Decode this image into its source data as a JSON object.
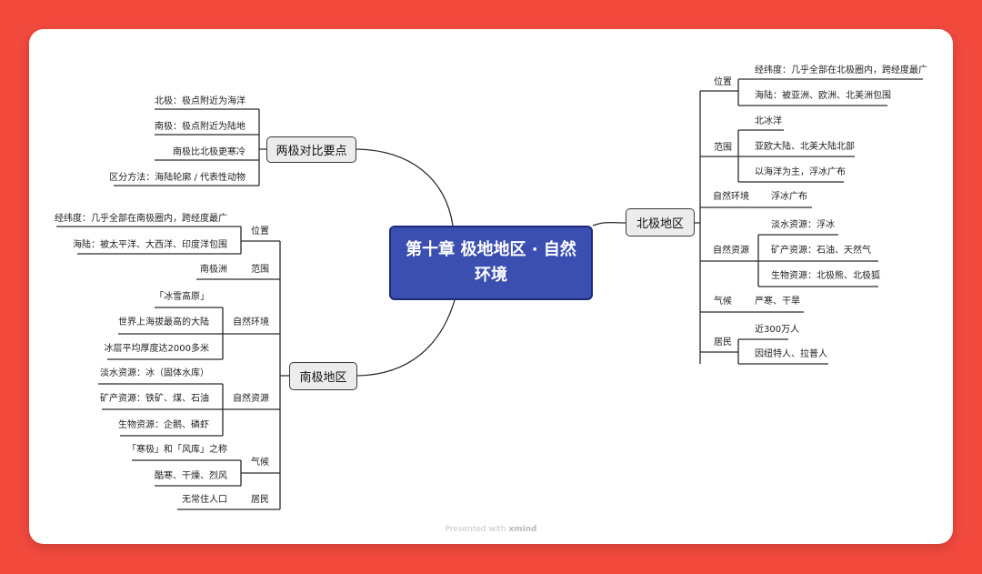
{
  "center": "第十章 极地地区 · 自然环境",
  "footer": {
    "prefix": "Presented with",
    "brand": "xmind"
  },
  "compare": {
    "title": "两极对比要点",
    "items": [
      "北极：极点附近为海洋",
      "南极：极点附近为陆地",
      "南极比北极更寒冷",
      "区分方法：海陆轮廓 / 代表性动物"
    ]
  },
  "arctic": {
    "title": "北极地区",
    "location": {
      "label": "位置",
      "items": [
        "经纬度：几乎全部在北极圈内，跨经度最广",
        "海陆：被亚洲、欧洲、北美洲包围"
      ]
    },
    "range": {
      "label": "范围",
      "items": [
        "北冰洋",
        "亚欧大陆、北美大陆北部",
        "以海洋为主，浮冰广布"
      ]
    },
    "environment": {
      "label": "自然环境",
      "items": [
        "浮冰广布"
      ]
    },
    "resources": {
      "label": "自然资源",
      "items": [
        "淡水资源：浮冰",
        "矿产资源：石油、天然气",
        "生物资源：北极熊、北极狐"
      ]
    },
    "climate": {
      "label": "气候",
      "items": [
        "严寒、干旱"
      ]
    },
    "residents": {
      "label": "居民",
      "items": [
        "近300万人",
        "因纽特人、拉普人"
      ]
    }
  },
  "antarctic": {
    "title": "南极地区",
    "location": {
      "label": "位置",
      "items": [
        "经纬度：几乎全部在南极圈内，跨经度最广",
        "海陆：被太平洋、大西洋、印度洋包围"
      ]
    },
    "range": {
      "label": "范围",
      "items": [
        "南极洲"
      ]
    },
    "environment": {
      "label": "自然环境",
      "items": [
        "「冰雪高原」",
        "世界上海拔最高的大陆",
        "冰层平均厚度达2000多米"
      ]
    },
    "resources": {
      "label": "自然资源",
      "items": [
        "淡水资源：冰（固体水库）",
        "矿产资源：铁矿、煤、石油",
        "生物资源：企鹅、磷虾"
      ]
    },
    "climate": {
      "label": "气候",
      "items": [
        "「寒极」和「风库」之称",
        "酷寒、干燥、烈风"
      ]
    },
    "residents": {
      "label": "居民",
      "items": [
        "无常住人口"
      ]
    }
  }
}
